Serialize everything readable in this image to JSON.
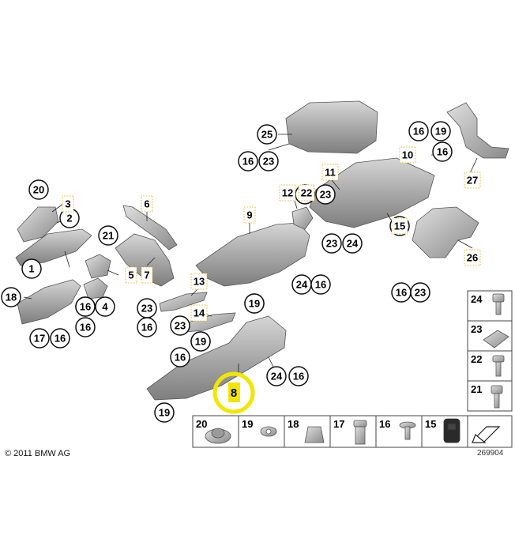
{
  "copyright": "© 2011 BMW AG",
  "image_number": "269904",
  "highlight_color": "#f2e600",
  "highlighted_label": "8",
  "circle_labels": [
    "20",
    "2",
    "1",
    "18",
    "17",
    "16",
    "17",
    "16",
    "4",
    "16",
    "21",
    "23",
    "16",
    "23",
    "16",
    "16",
    "19",
    "24",
    "16",
    "19",
    "25",
    "16",
    "23",
    "16",
    "19",
    "16",
    "23",
    "24",
    "16",
    "16",
    "23",
    "16",
    "23",
    "19",
    "24",
    "16",
    "19"
  ],
  "box_labels": [
    "3",
    "6",
    "5",
    "7",
    "13",
    "14",
    "9",
    "12",
    "22",
    "11",
    "10",
    "27",
    "15",
    "26"
  ],
  "legend_right": [
    "24",
    "23",
    "22",
    "21"
  ],
  "legend_bottom": [
    "20",
    "19",
    "18",
    "17",
    "16",
    "15"
  ]
}
